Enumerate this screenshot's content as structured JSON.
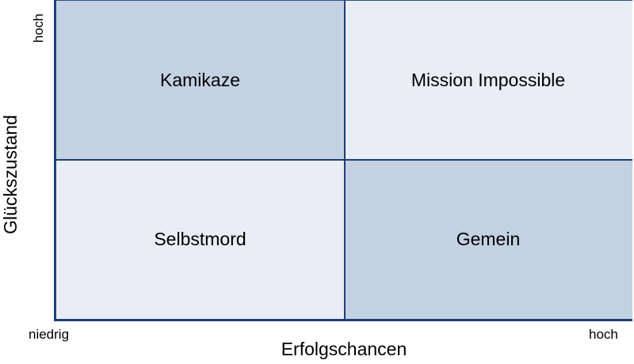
{
  "diagram": {
    "type": "2x2 matrix",
    "quadrants": {
      "top_left": {
        "label": "Kamikaze",
        "color": "#c3d1e3"
      },
      "top_right": {
        "label": "Mission Impossible",
        "color": "#e9edf5"
      },
      "bottom_left": {
        "label": "Selbstmord",
        "color": "#e9edf5"
      },
      "bottom_right": {
        "label": "Gemein",
        "color": "#c3d1e3"
      }
    },
    "x_axis": {
      "label": "Erfolgschancen",
      "low_tick": "niedrig",
      "high_tick": "hoch"
    },
    "y_axis": {
      "label": "Glückszustand",
      "high_tick": "hoch"
    },
    "border_color": "#1f3f73"
  }
}
